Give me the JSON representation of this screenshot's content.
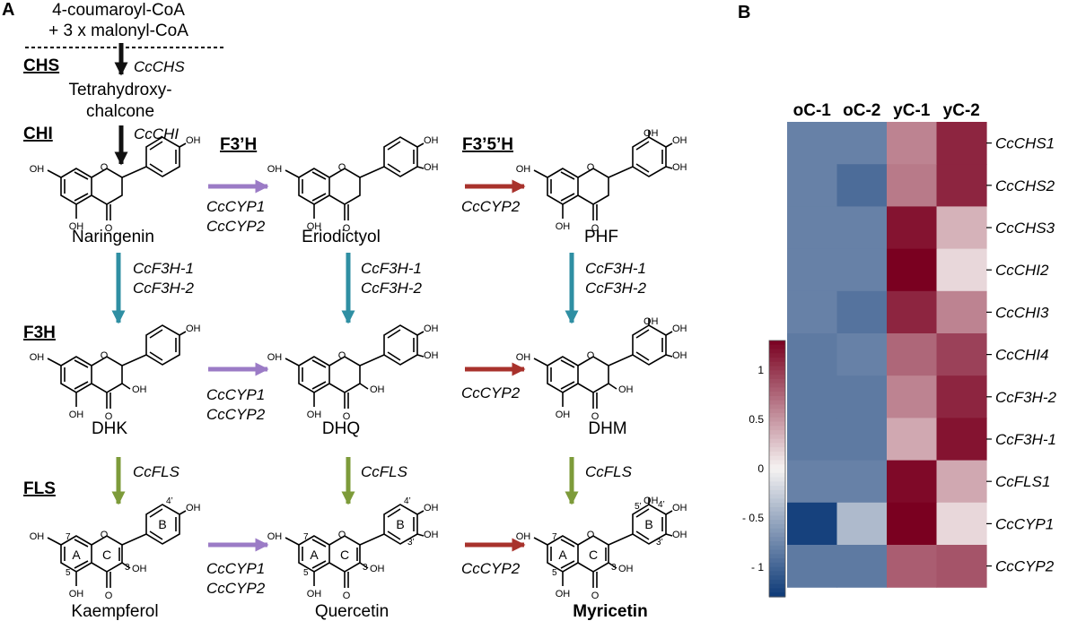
{
  "panels": {
    "a": "A",
    "b": "B"
  },
  "substrates": {
    "line1": "4-coumaroyl-CoA",
    "line2": "+ 3 x malonyl-CoA"
  },
  "enzymes": {
    "chs": "CHS",
    "chi": "CHI",
    "f3h": "F3H",
    "fls": "FLS",
    "f3ph": "F3’H",
    "f35h": "F3’5’H"
  },
  "genes": {
    "chs": "CcCHS",
    "chi": "CcCHI",
    "cyp1": "CcCYP1",
    "cyp2": "CcCYP2",
    "f3h1": "CcF3H-1",
    "f3h2": "CcF3H-2",
    "fls": "CcFLS"
  },
  "compounds": {
    "chalcone_l1": "Tetrahydroxy-",
    "chalcone_l2": "chalcone",
    "naringenin": "Naringenin",
    "eriodictyol": "Eriodictyol",
    "phf": "PHF",
    "dhk": "DHK",
    "dhq": "DHQ",
    "dhm": "DHM",
    "kaempferol": "Kaempferol",
    "quercetin": "Quercetin",
    "myricetin": "Myricetin"
  },
  "structure_labels": {
    "oh": "OH",
    "o": "O",
    "ring_a": "A",
    "ring_b": "B",
    "ring_c": "C",
    "n3": "3",
    "n5": "5",
    "n7": "7",
    "n3p": "3’",
    "n4p": "4’",
    "n5p": "5’"
  },
  "colors": {
    "arrow_black": "#111111",
    "arrow_purple": "#9b7bc6",
    "arrow_red": "#a8322c",
    "arrow_teal": "#2f8fa3",
    "arrow_green": "#7d9b3a"
  },
  "chart_data": {
    "type": "heatmap",
    "columns": [
      "oC-1",
      "oC-2",
      "yC-1",
      "yC-2"
    ],
    "rows": [
      "CcCHS1",
      "CcCHS2",
      "CcCHS3",
      "CcCHI2",
      "CcCHI3",
      "CcCHI4",
      "CcF3H-2",
      "CcF3H-1",
      "CcFLS1",
      "CcCYP1",
      "CcCYP2"
    ],
    "values": [
      [
        -0.8,
        -0.8,
        0.6,
        1.1
      ],
      [
        -0.8,
        -0.95,
        0.65,
        1.1
      ],
      [
        -0.8,
        -0.8,
        1.2,
        0.35
      ],
      [
        -0.8,
        -0.8,
        1.35,
        0.15
      ],
      [
        -0.8,
        -0.9,
        1.1,
        0.6
      ],
      [
        -0.85,
        -0.8,
        0.75,
        0.95
      ],
      [
        -0.85,
        -0.85,
        0.6,
        1.1
      ],
      [
        -0.85,
        -0.85,
        0.4,
        1.2
      ],
      [
        -0.8,
        -0.8,
        1.25,
        0.4
      ],
      [
        -1.25,
        -0.4,
        1.3,
        0.15
      ],
      [
        -0.85,
        -0.85,
        0.8,
        0.85
      ]
    ],
    "colorbar": {
      "ticks": [
        1,
        0.5,
        0,
        -0.5,
        -1
      ],
      "tick_labels": [
        "1",
        "0.5",
        "0",
        "- 0.5",
        "- 1"
      ],
      "range": [
        -1.3,
        1.3
      ]
    },
    "colormap": {
      "low": "#0d3a78",
      "mid": "#f6f3f2",
      "high": "#7a0020"
    }
  }
}
